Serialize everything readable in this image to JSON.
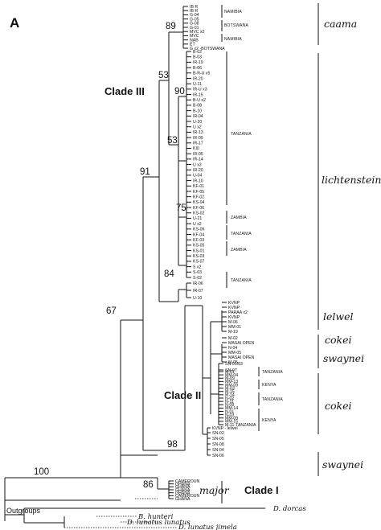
{
  "panel_label": "A",
  "clades": {
    "clade_iii": "Clade III",
    "clade_ii": "Clade II",
    "clade_i": "Clade I"
  },
  "bootstrap": {
    "b89": "89",
    "b53a": "53",
    "b90": "90",
    "b53b": "53",
    "b91": "91",
    "b75": "75",
    "b84": "84",
    "b67": "67",
    "b98": "98",
    "b86": "86",
    "b100": "100"
  },
  "taxa": {
    "caama": "caama",
    "lichtensteini": "lichtensteini",
    "lelwel": "lelwel",
    "cokei1": "cokei",
    "swaynei1": "swaynei",
    "cokei2": "cokei",
    "swaynei2": "swaynei",
    "major": "major"
  },
  "regions": {
    "namibia1": "NAMIBIA",
    "botswana": "BOTSWANA",
    "namibia2": "NAMIBIA",
    "tanzania1": "TANZANIA",
    "zambia1": "ZAMBIA",
    "tanzania2": "TANZANIA",
    "zambia2": "ZAMBIA",
    "tanzania3": "TANZANIA",
    "tanzania4": "TANZANIA",
    "kenya1": "KENYA",
    "tanzania5": "TANZANIA",
    "kenya2": "KENYA"
  },
  "outgroups": {
    "label": "Outgroups",
    "b_hunteri": "B. hunteri",
    "d_dorcas": "D. dorcas",
    "d_lunatus": "D. lunatus lunatus",
    "d_jimela": "D. lunatus jimela"
  },
  "leaves": {
    "caama": [
      "IB R",
      "IB R",
      "G-04",
      "G-05",
      "G-08",
      "G-01",
      "MVC x2",
      "MVC",
      "NAB",
      "ET",
      "G x2 -BOTSWANA"
    ],
    "lich": [
      "B-02",
      "B-03",
      "IR-19",
      "B-06",
      "B-R-U x5",
      "IR-20",
      "U-11",
      "IR-U x3",
      "IR-15",
      "B-U x2",
      "B-08",
      "B-10",
      "IR-04",
      "U-20",
      "U x2",
      "IR-13",
      "IR-09",
      "IR-17",
      "KI0",
      "IR-05",
      "IR-14",
      "U x3",
      "IR-20",
      "U-04",
      "IR-10",
      "KF-01",
      "KF-05",
      "KF-02",
      "KS-04",
      "KF-06",
      "KS-02",
      "U-21",
      "U x2",
      "KS-06",
      "KF-04",
      "KF-03",
      "KS-05",
      "KS-01",
      "KS-03",
      "KS-07",
      "S x2",
      "S-03",
      "S-02"
    ],
    "l84": [
      "IR-06",
      "IR-07",
      "U-10"
    ],
    "lelwel": [
      "KVNP",
      "KVNP",
      "PARAA x2",
      "KVNP",
      "M-06",
      "MM-01",
      "M-19"
    ],
    "cokei1": [
      "M-02",
      "MASAI OPEN",
      "N-04",
      "MM-05",
      "MASAI OPEN",
      "M-05"
    ],
    "swaynei1": [
      "SN-01/03",
      "SN-07"
    ],
    "cokei2": [
      "M-01",
      "MM-04",
      "M-09",
      "MM-13",
      "MM-09",
      "M-03",
      "M-15",
      "M-14",
      "N-02",
      "N-11",
      "N-09",
      "MM-14",
      "N-01",
      "N-03",
      "MM-09",
      "MM-15",
      "M-11-TANZANIA"
    ],
    "kvnp_lelwel": [
      "KVNP - lelwel"
    ],
    "swaynei2": [
      "SN-02",
      "SN-05",
      "SN-08",
      "SN-04",
      "SN-06"
    ],
    "major": [
      "CAMEROUN",
      "GHANA",
      "GHANA",
      "GHANA",
      "GHANA",
      "CAMEROUN",
      "GHANA"
    ]
  }
}
